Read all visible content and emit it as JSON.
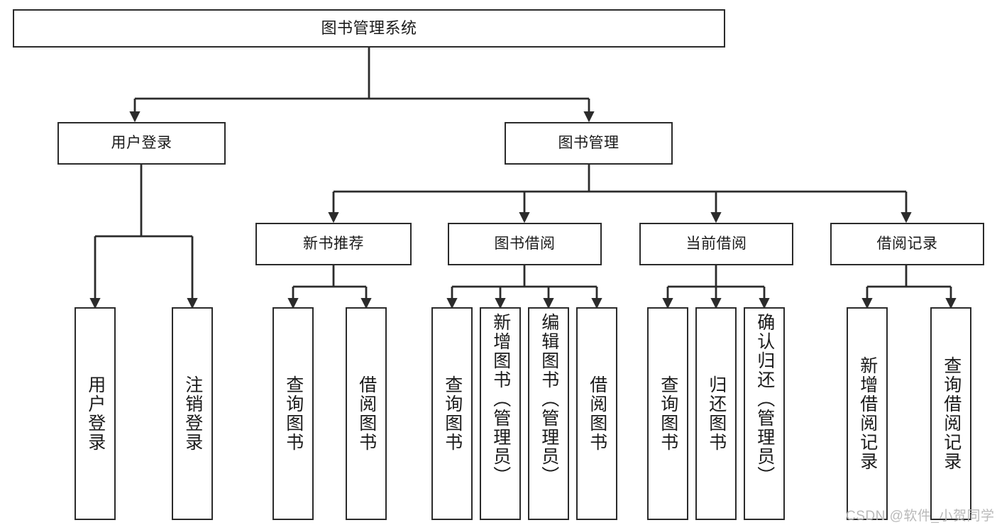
{
  "diagram": {
    "title": "图书管理系统",
    "type": "tree-hierarchy-chart",
    "background_color": "#ffffff",
    "line_color": "#2b2b2b",
    "root": {
      "label": "图书管理系统"
    },
    "level2": [
      {
        "label": "用户登录"
      },
      {
        "label": "图书管理"
      }
    ],
    "level3": [
      {
        "label": "新书推荐"
      },
      {
        "label": "图书借阅"
      },
      {
        "label": "当前借阅"
      },
      {
        "label": "借阅记录"
      }
    ],
    "leaves": {
      "user_login": [
        {
          "label": "用户登录"
        },
        {
          "label": "注销登录"
        }
      ],
      "new_book_recommend": [
        {
          "label": "查询图书"
        },
        {
          "label": "借阅图书"
        }
      ],
      "book_borrow": [
        {
          "label": "查询图书"
        },
        {
          "label": "新增图书（管理员）"
        },
        {
          "label": "编辑图书（管理员）"
        },
        {
          "label": "借阅图书"
        }
      ],
      "current_borrow": [
        {
          "label": "查询图书"
        },
        {
          "label": "归还图书"
        },
        {
          "label": "确认归还（管理员）"
        }
      ],
      "borrow_record": [
        {
          "label": "新增借阅记录"
        },
        {
          "label": "查询借阅记录"
        }
      ]
    }
  },
  "watermark": {
    "text": "CSDN @软件_小贺同学"
  }
}
